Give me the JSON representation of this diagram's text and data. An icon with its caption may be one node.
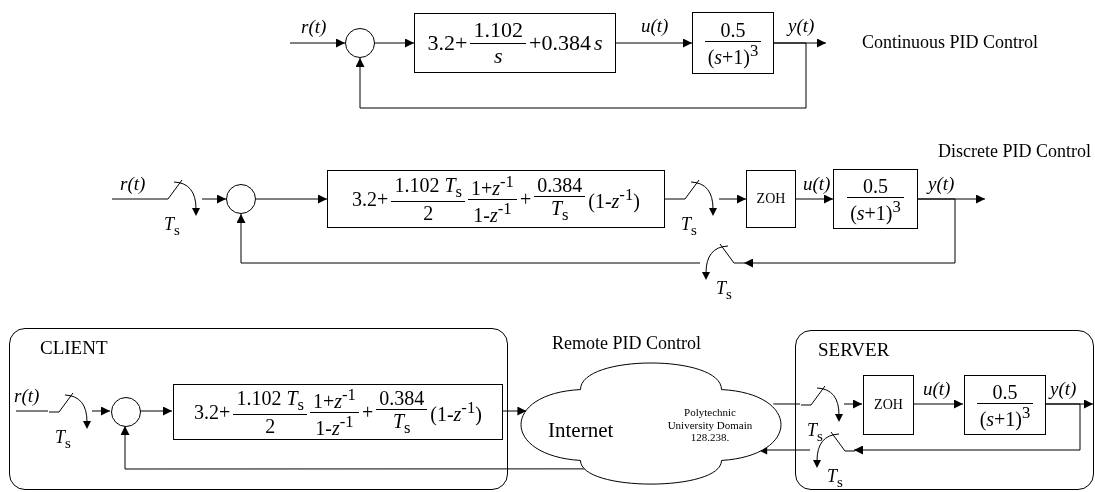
{
  "diagram": {
    "nodes": [
      {
        "text": [],
        "shape": "circle"
      },
      {
        "text": [
          "3.2+",
          "1.102",
          "*s*",
          "+0.384",
          "*s*"
        ]
      },
      {
        "text": [
          "0.5",
          "(*s*+1)$^{3}$"
        ]
      },
      {
        "text": [],
        "shape": "switch",
        "beside": [
          "*T*$_{s}$"
        ]
      },
      {
        "text": [],
        "shape": "circle"
      },
      {
        "text": [
          "3.2+",
          "1.102 *T*$_{s}$",
          "2",
          "1+*z*$^{-1}$",
          "1-*z*$^{-1}$",
          "+",
          "0.384",
          "*T*$_{s}$",
          "(1-*z*$^{-1}$)"
        ]
      },
      {
        "text": [],
        "shape": "switch",
        "beside": [
          "*T*$_{s}$"
        ]
      },
      {
        "text": [
          "ZOH"
        ]
      },
      {
        "text": [
          "0.5",
          "(*s*+1)$^{3}$"
        ]
      },
      {
        "text": [],
        "shape": "switch",
        "beside": [
          "*T*$_{s}$"
        ]
      },
      {
        "text": [
          "CLIENT"
        ]
      },
      {
        "text": [],
        "shape": "switch",
        "beside": [
          "*T*$_{s}$"
        ],
        "in": 10
      },
      {
        "text": [],
        "shape": "circle",
        "in": 10
      },
      {
        "text": [
          "3.2+",
          "1.102 *T*$_{s}$",
          "2",
          "1+*z*$^{-1}$",
          "1-*z*$^{-1}$",
          "+",
          "0.384",
          "*T*$_{s}$",
          "(1-*z*$^{-1}$)"
        ],
        "in": 10
      },
      {
        "text": [
          "Internet",
          "Polytechnic University Domain 128.238."
        ]
      },
      {
        "text": [
          "SERVER"
        ]
      },
      {
        "text": [],
        "shape": "switch",
        "beside": [
          "*T*$_{s}$"
        ],
        "in": 15
      },
      {
        "text": [
          "ZOH"
        ],
        "in": 15
      },
      {
        "text": [
          "0.5",
          "(*s*+1)$^{3}$"
        ],
        "in": 15
      },
      {
        "text": [],
        "shape": "switch",
        "beside": [
          "*T*$_{s}$"
        ],
        "in": 15
      }
    ],
    "edges": [
      {
        "from": null,
        "to": 0,
        "arrow": "to",
        "label": "r(t)"
      },
      {
        "from": 0,
        "to": 1,
        "arrow": "to"
      },
      {
        "from": 1,
        "to": 2,
        "arrow": "to",
        "label": "u(t)"
      },
      {
        "from": 2,
        "to": null,
        "arrow": "to",
        "label": "y(t)"
      },
      {
        "from": 2,
        "to": 0,
        "arrow": "to"
      },
      {
        "from": null,
        "to": 3,
        "arrow": "none",
        "label": "r(t)"
      },
      {
        "from": 3,
        "to": 4,
        "arrow": "to"
      },
      {
        "from": 4,
        "to": 5,
        "arrow": "to"
      },
      {
        "from": 5,
        "to": 6,
        "arrow": "none"
      },
      {
        "from": 6,
        "to": 7,
        "arrow": "to"
      },
      {
        "from": 7,
        "to": 8,
        "arrow": "to",
        "label": "u(t)"
      },
      {
        "from": 8,
        "to": null,
        "arrow": "to",
        "label": "y(t)"
      },
      {
        "from": 8,
        "to": 9,
        "arrow": "to"
      },
      {
        "from": 9,
        "to": 4,
        "arrow": "to"
      },
      {
        "from": null,
        "to": 11,
        "arrow": "none",
        "label": "r(t)"
      },
      {
        "from": 11,
        "to": 12,
        "arrow": "to"
      },
      {
        "from": 12,
        "to": 13,
        "arrow": "to"
      },
      {
        "from": 13,
        "to": 14,
        "arrow": "to"
      },
      {
        "from": 14,
        "to": 16,
        "arrow": "none"
      },
      {
        "from": 16,
        "to": 17,
        "arrow": "to"
      },
      {
        "from": 17,
        "to": 18,
        "arrow": "to",
        "label": "u(t)"
      },
      {
        "from": 18,
        "to": null,
        "arrow": "to",
        "label": "y(t)"
      },
      {
        "from": 18,
        "to": 19,
        "arrow": "to"
      },
      {
        "from": 19,
        "to": 14,
        "arrow": "to"
      },
      {
        "from": 14,
        "to": 12,
        "arrow": "to"
      }
    ],
    "labels": [
      "Continuous PID Control",
      "Discrete PID Control",
      "Remote PID Control"
    ]
  }
}
